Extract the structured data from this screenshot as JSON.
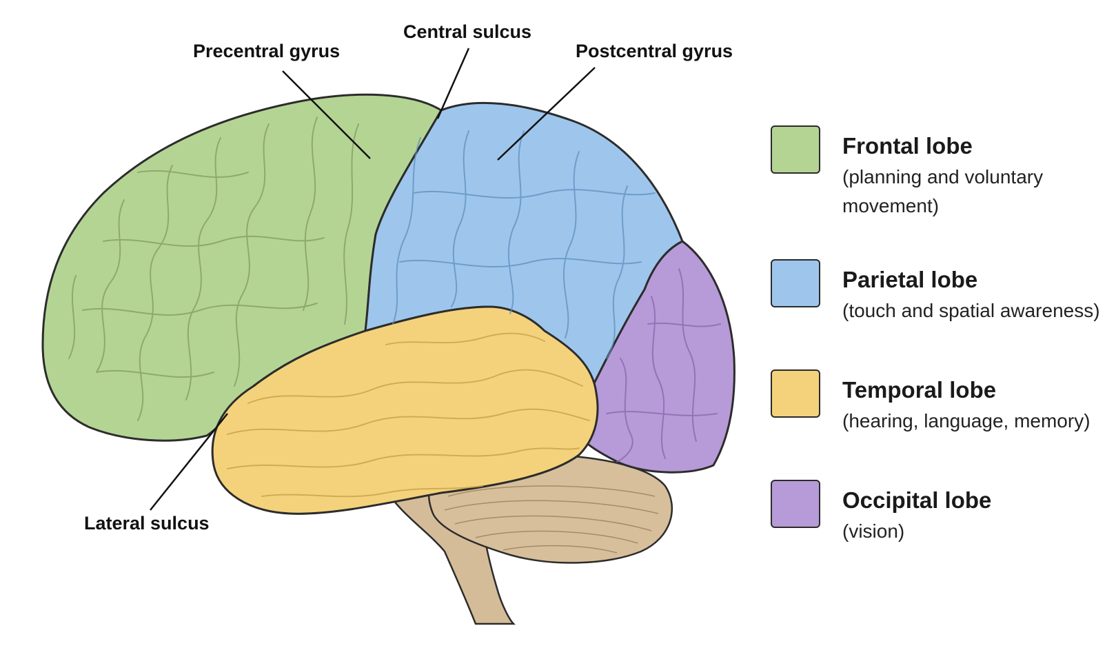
{
  "callouts": {
    "precentral": "Precentral gyrus",
    "central": "Central sulcus",
    "postcentral": "Postcentral gyrus",
    "lateral": "Lateral sulcus"
  },
  "legend": [
    {
      "title": "Frontal lobe",
      "desc": "(planning and voluntary movement)",
      "color": "#b4d494"
    },
    {
      "title": "Parietal lobe",
      "desc": "(touch and spatial awareness)",
      "color": "#9ec6ec"
    },
    {
      "title": "Temporal lobe",
      "desc": "(hearing, language, memory)",
      "color": "#f4d27c"
    },
    {
      "title": "Occipital lobe",
      "desc": "(vision)",
      "color": "#b79ad8"
    }
  ],
  "colors": {
    "frontal": "#b4d494",
    "parietal": "#9ec6ec",
    "temporal": "#f4d27c",
    "occipital": "#b79ad8",
    "cerebellum": "#d7bf9c",
    "brainstem": "#d5bc98",
    "outline": "#2c2c2c"
  }
}
